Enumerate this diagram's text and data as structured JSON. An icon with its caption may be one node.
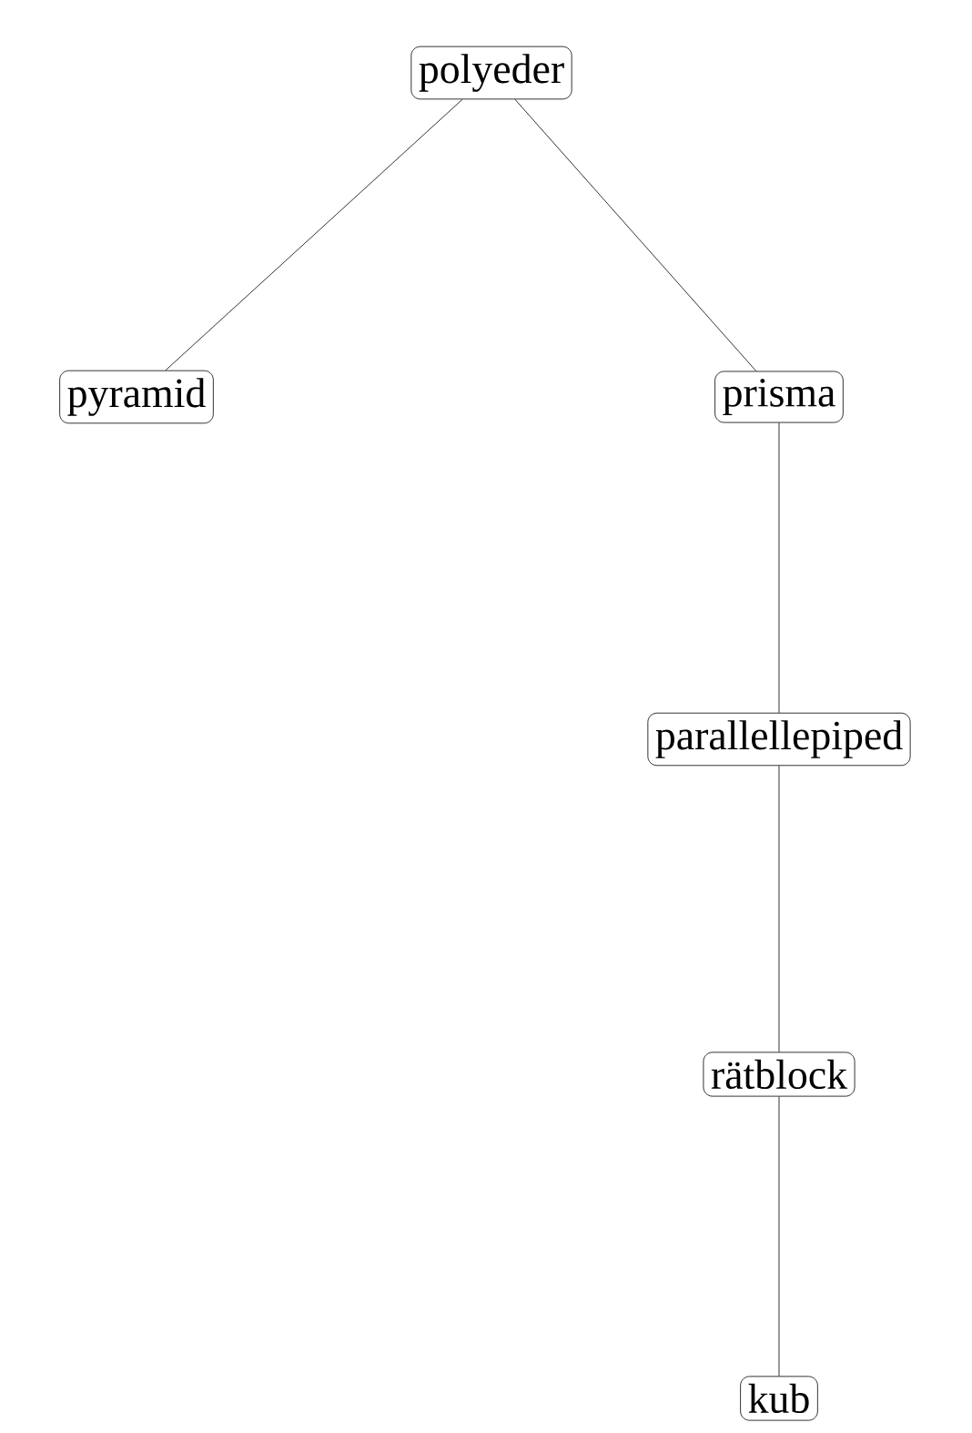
{
  "diagram": {
    "nodes": [
      {
        "text": [
          "polyeder"
        ]
      },
      {
        "text": [
          "pyramid"
        ]
      },
      {
        "text": [
          "prisma"
        ]
      },
      {
        "text": [
          "parallellepiped"
        ]
      },
      {
        "text": [
          "rätblock"
        ]
      },
      {
        "text": [
          "kub"
        ]
      }
    ],
    "edges": [
      {
        "from": 0,
        "to": 1,
        "arrow": "none"
      },
      {
        "from": 0,
        "to": 2,
        "arrow": "none"
      },
      {
        "from": 2,
        "to": 3,
        "arrow": "none"
      },
      {
        "from": 3,
        "to": 4,
        "arrow": "none"
      },
      {
        "from": 4,
        "to": 5,
        "arrow": "none"
      }
    ]
  }
}
